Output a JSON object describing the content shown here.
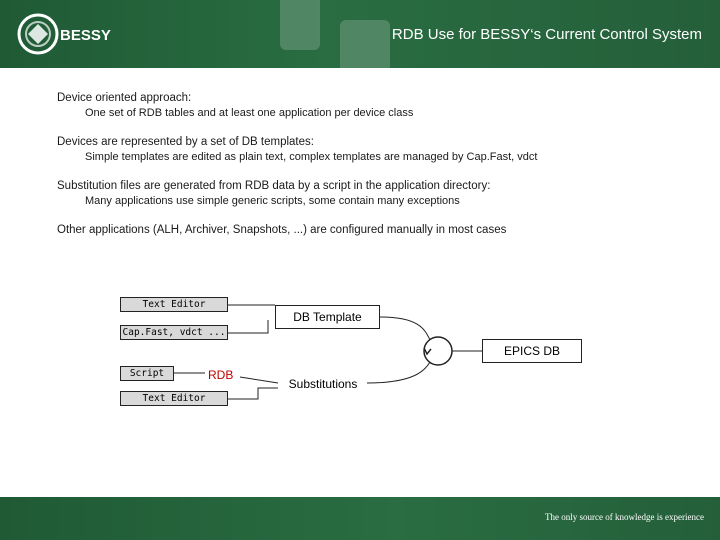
{
  "header": {
    "logo_text": "BESSY",
    "title": "RDB Use for BESSY‘s Current Control System"
  },
  "items": [
    {
      "heading": "Device oriented approach:",
      "sub": "One set of RDB tables and at least one application per device class"
    },
    {
      "heading": "Devices are represented by a set of DB templates:",
      "sub": "Simple templates are edited as plain text, complex templates are managed by Cap.Fast, vdct"
    },
    {
      "heading": "Substitution files are generated from RDB data by a script in the application directory:",
      "sub": "Many applications use simple generic scripts, some contain many exceptions"
    },
    {
      "heading": "Other applications (ALH, Archiver, Snapshots, ...) are configured manually in most cases",
      "sub": ""
    }
  ],
  "diagram": {
    "text_editor_top": "Text Editor",
    "capfast": "Cap.Fast, vdct ...",
    "script": "Script",
    "rdb": "RDB",
    "text_editor_bottom": "Text Editor",
    "db_template": "DB Template",
    "substitutions": "Substitutions",
    "epics_db": "EPICS DB"
  },
  "footer": {
    "motto": "The only source of knowledge is experience"
  },
  "colors": {
    "header_green": "#2a6d42",
    "rdb_red": "#c00000"
  }
}
